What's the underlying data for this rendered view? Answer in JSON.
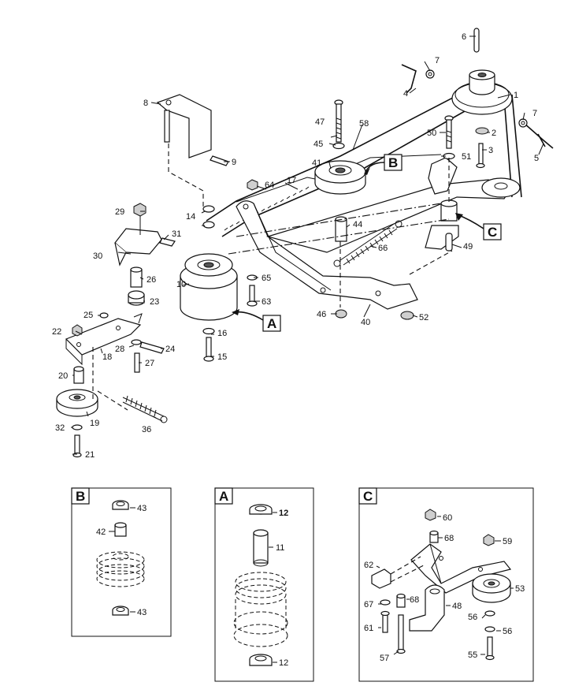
{
  "callouts": {
    "main": [
      "1",
      "2",
      "3",
      "4",
      "5",
      "6",
      "7",
      "7",
      "8",
      "9",
      "10",
      "14",
      "15",
      "16",
      "17",
      "18",
      "19",
      "20",
      "21",
      "22",
      "23",
      "24",
      "25",
      "26",
      "27",
      "28",
      "29",
      "30",
      "31",
      "32",
      "36",
      "40",
      "41",
      "44",
      "45",
      "46",
      "47",
      "49",
      "50",
      "51",
      "52",
      "58",
      "63",
      "64",
      "65",
      "66"
    ],
    "inset_b": [
      "42",
      "43",
      "43"
    ],
    "inset_a": [
      "11",
      "12",
      "12"
    ],
    "inset_c": [
      "48",
      "53",
      "55",
      "56",
      "56",
      "57",
      "59",
      "60",
      "61",
      "62",
      "67",
      "68",
      "68"
    ]
  },
  "view_labels": {
    "a": "A",
    "b": "B",
    "c": "C"
  },
  "inset_titles": {
    "a": "A",
    "b": "B",
    "c": "C"
  }
}
